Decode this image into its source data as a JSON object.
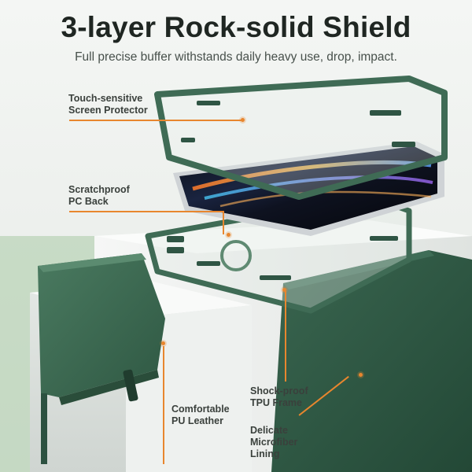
{
  "header": {
    "title": "3-layer Rock-solid Shield",
    "subtitle": "Full precise buffer withstands daily heavy use, drop, impact."
  },
  "labels": {
    "screen_protector": "Touch-sensitive\nScreen Protector",
    "pc_back": "Scratchproof\nPC Back",
    "pu_leather": "Comfortable\nPU Leather",
    "tpu_frame": "Shock-proof\nTPU Frame",
    "microfiber": "Delicate\nMicrofiber\nLining"
  },
  "colors": {
    "frame_green": "#3f6b55",
    "leather_green": "#3d6a52",
    "lining_green": "#2f5a44",
    "accent_orange": "#e8862e"
  }
}
